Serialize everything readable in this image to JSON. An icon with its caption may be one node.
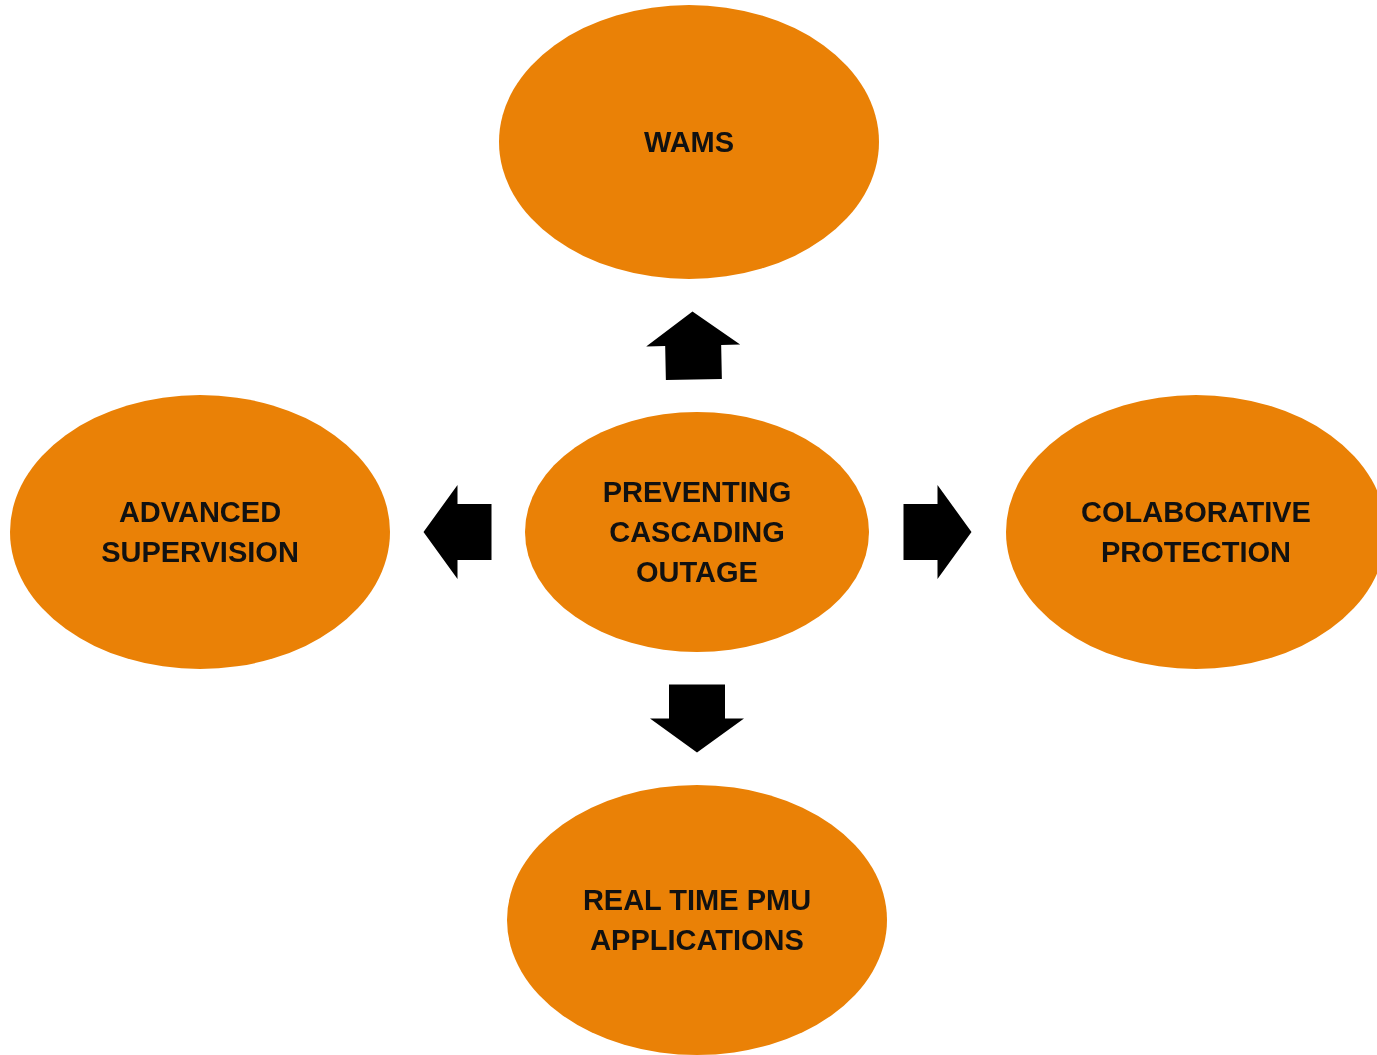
{
  "diagram": {
    "nodes": [
      {
        "text": [
          "PREVENTING CASCADING OUTAGE"
        ]
      },
      {
        "text": [
          "WAMS"
        ]
      },
      {
        "text": [
          "ADVANCED SUPERVISION"
        ]
      },
      {
        "text": [
          "COLABORATIVE PROTECTION"
        ]
      },
      {
        "text": [
          "REAL TIME PMU APPLICATIONS"
        ]
      }
    ],
    "edges": [
      {
        "from": 0,
        "to": 1,
        "arrow": "to"
      },
      {
        "from": 0,
        "to": 2,
        "arrow": "to"
      },
      {
        "from": 0,
        "to": 3,
        "arrow": "to"
      },
      {
        "from": 0,
        "to": 4,
        "arrow": "to"
      }
    ]
  }
}
